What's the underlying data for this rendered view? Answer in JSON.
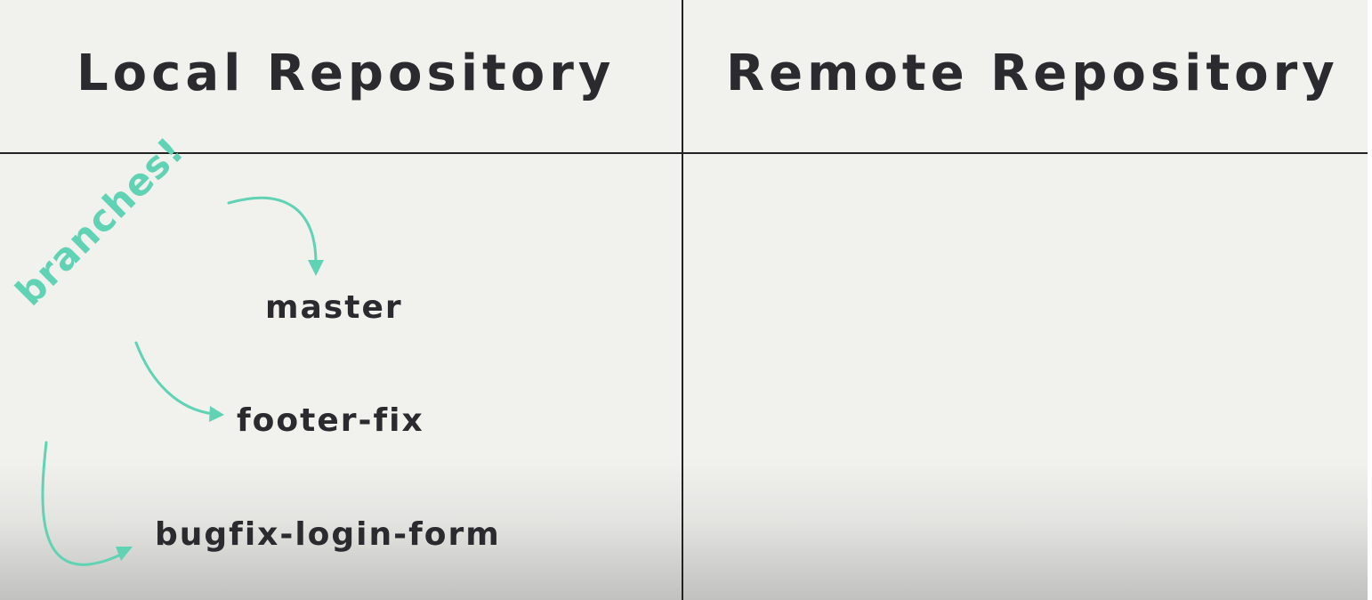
{
  "columns": {
    "local_title": "Local Repository",
    "remote_title": "Remote Repository"
  },
  "branches": [
    {
      "name": "master"
    },
    {
      "name": "footer-fix"
    },
    {
      "name": "bugfix-login-form"
    }
  ],
  "annotation": {
    "text": "branches!"
  },
  "colors": {
    "background": "#f1f1ee",
    "text": "#2b2b2f",
    "accent": "#5fd3b3",
    "divider": "#222222"
  }
}
